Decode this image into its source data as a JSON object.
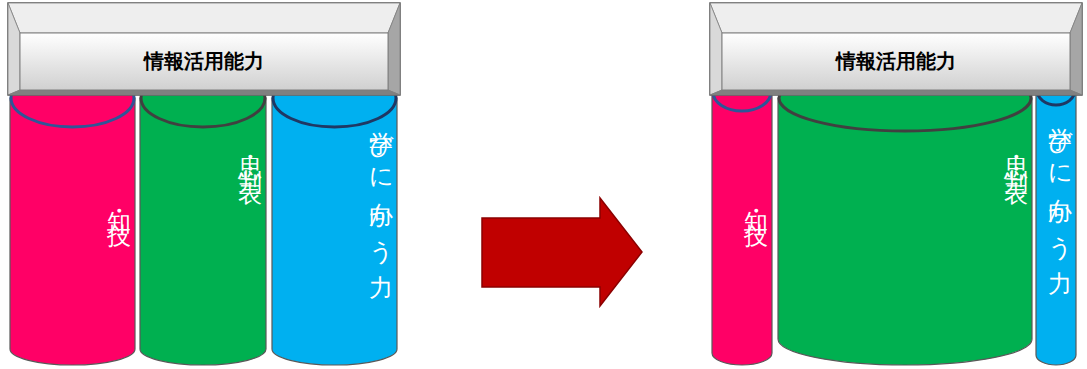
{
  "diagram": {
    "nodes": [
      {
        "text": [
          "情報活用能力"
        ]
      },
      {
        "text": [
          "知・技"
        ]
      },
      {
        "text": [
          "思・判・表"
        ]
      },
      {
        "text": [
          "学びに向かう力"
        ]
      },
      {
        "text": [
          "情報活用能力"
        ]
      },
      {
        "text": [
          "知・技"
        ]
      },
      {
        "text": [
          "思・判・表"
        ]
      },
      {
        "text": [
          "学びに向かう力"
        ]
      }
    ]
  }
}
